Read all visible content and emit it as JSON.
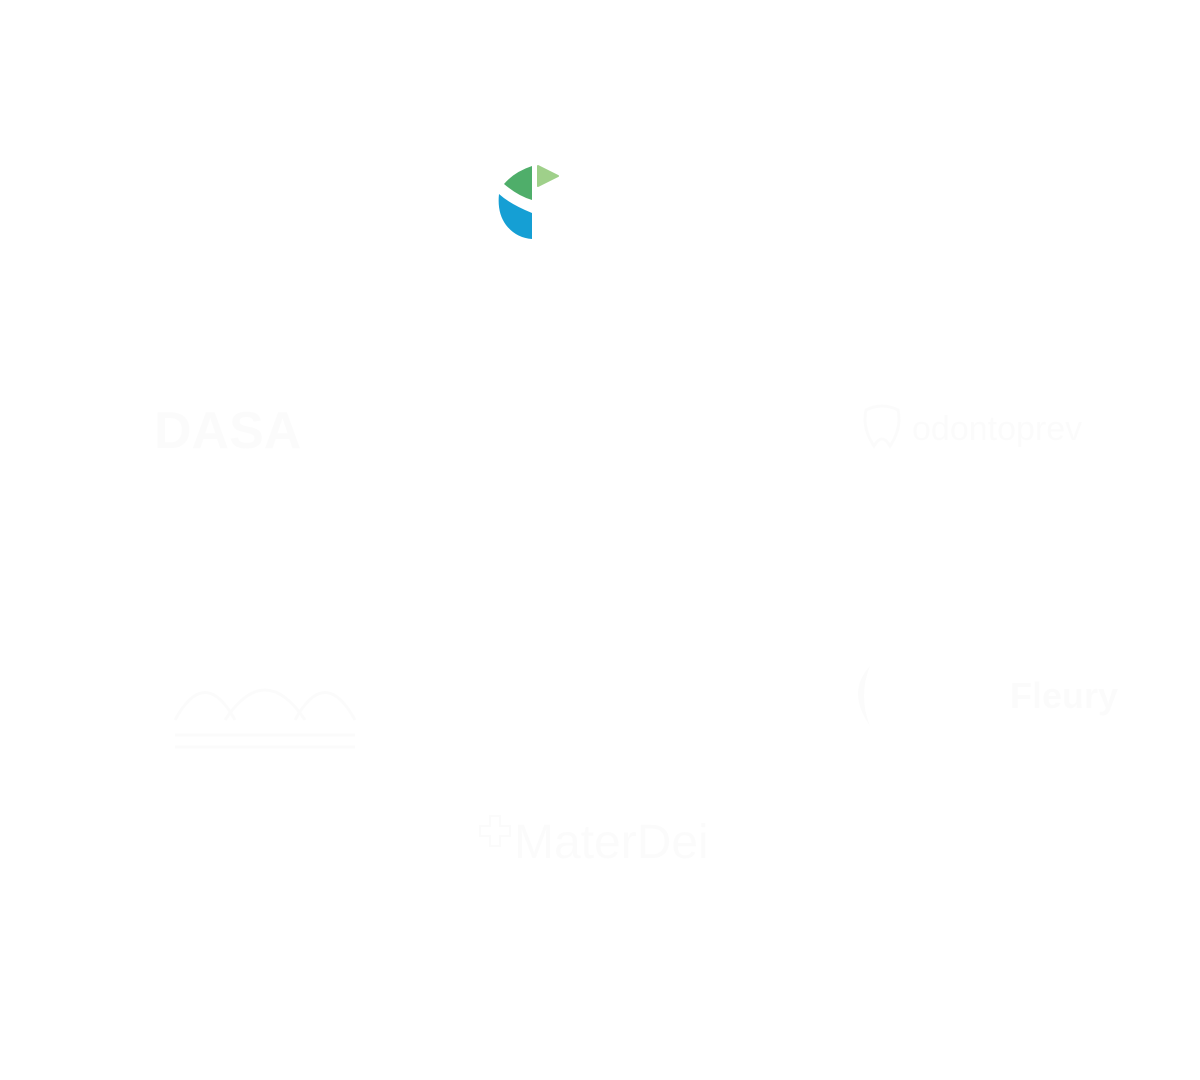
{
  "colors": {
    "background": "#ffffff",
    "logo_green": "#4fae6a",
    "logo_light_green": "#9fd08a",
    "logo_blue": "#159fd4",
    "faded_logo": "#fbfbfb"
  },
  "loader": {
    "icon": "brand-mark-icon"
  },
  "client_logos": {
    "dasa": {
      "text": "DASA"
    },
    "odontoprev": {
      "text": "odontoprev"
    },
    "einstein": {
      "icon": "hospital-arches-icon"
    },
    "fleury": {
      "text": "Fleury"
    },
    "materdei": {
      "text": "MaterDei"
    }
  }
}
